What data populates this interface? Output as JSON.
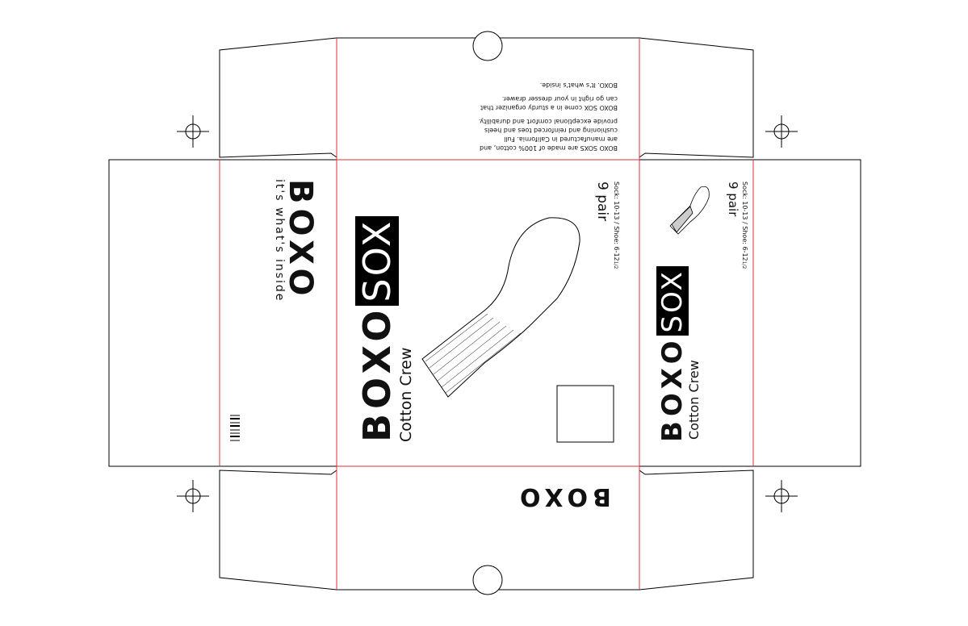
{
  "brand": {
    "name_prefix": "B",
    "name_suffix": "XO",
    "product": "SOX",
    "tagline": "it's what's inside",
    "logo_text": "BOXO",
    "logo_sox_text": "BOXO SOX"
  },
  "product": {
    "variant": "Cotton Crew",
    "count": "9 pair",
    "sizes": "Sock: 10-13 / Shoe: 6-12",
    "size_fraction": "1/2"
  },
  "top_flap_copy": [
    "BOXO SOXS are made of 100% cotton, and",
    "are manufactured in California. Full",
    "cushioning and reinforced toes and heels",
    "provide exceptional comfort and durability.",
    "BOXO SOX come in a sturdy organizer that",
    "can go right in your dresser drawer.",
    "BOXO. It's what's inside."
  ],
  "colors": {
    "cut_line": "#000000",
    "fold_line": "#e0313a"
  }
}
